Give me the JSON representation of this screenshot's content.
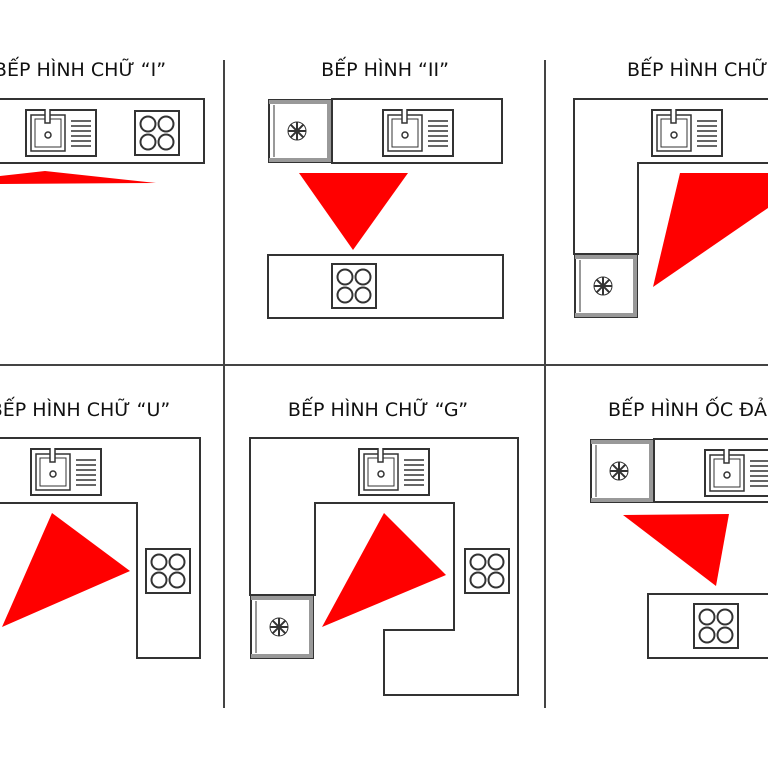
{
  "panels": [
    {
      "title": "BẾP HÌNH CHỮ “I”"
    },
    {
      "title": "BẾP HÌNH  “II”"
    },
    {
      "title": "BẾP HÌNH  CHỮ “L”"
    },
    {
      "title": "BẾP HÌNH  CHỮ “U”"
    },
    {
      "title": "BẾP HÌNH  CHỮ “G”"
    },
    {
      "title": "BẾP HÌNH  ỐC ĐẢO"
    }
  ],
  "colors": {
    "triangle": "#ff0000",
    "line": "#333333",
    "counter": "#ffffff",
    "divider": "#444444"
  },
  "icons": [
    "sink-icon",
    "stove-icon",
    "fridge-icon"
  ]
}
